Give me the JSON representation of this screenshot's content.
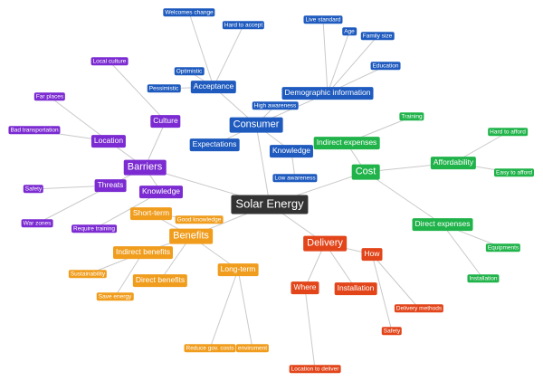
{
  "colors": {
    "root": "#333333",
    "consumer": "#1f5bbf",
    "cost": "#20b34a",
    "delivery": "#e2451a",
    "benefits": "#f09d1e",
    "barriers": "#7b2bd1",
    "edge": "#c9c9c9"
  },
  "mindmap": {
    "root": {
      "label": "Solar Energy"
    },
    "branches": {
      "consumer": {
        "label": "Consumer",
        "acceptance": {
          "label": "Acceptance",
          "welcomes_change": "Welcomes change",
          "hard_to_accept": "Hard to accept",
          "optimistic": "Optimistic",
          "pessimistic": "Pessimistic"
        },
        "demographic": {
          "label": "Demographic information",
          "live_standard": "Live standard",
          "age": "Age",
          "family_size": "Family size",
          "education": "Education"
        },
        "high_awareness": "High awareness",
        "expectations": "Expectations",
        "knowledge": {
          "label": "Knowledge",
          "low_awareness": "Low awareness"
        }
      },
      "cost": {
        "label": "Cost",
        "indirect_expenses": {
          "label": "Indirect expenses",
          "training": "Training"
        },
        "affordability": {
          "label": "Affordability",
          "hard_to_afford": "Hard to afford",
          "easy_to_afford": "Easy to afford"
        },
        "direct_expenses": {
          "label": "Direct expenses",
          "equipments": "Equipments",
          "installation": "Installation"
        }
      },
      "delivery": {
        "label": "Delivery",
        "where": {
          "label": "Where",
          "location_to_deliver": "Location to deliver"
        },
        "installation": "Installation",
        "how": {
          "label": "How",
          "delivery_methods": "Delivery methods",
          "safety": "Safety"
        }
      },
      "benefits": {
        "label": "Benefits",
        "short_term": {
          "label": "Short-term",
          "good_knowledge": "Good knowledge"
        },
        "indirect_benefits": {
          "label": "Indirect benefits",
          "sustainability": "Sustainability",
          "save_energy": "Save energy"
        },
        "direct_benefits": "Direct benefits",
        "long_term": {
          "label": "Long-term",
          "reduce_gov_costs": "Reduce gov. costs",
          "environment": "enviroment"
        }
      },
      "barriers": {
        "label": "Barriers",
        "culture": {
          "label": "Culture",
          "local_culture": "Local culture"
        },
        "location": {
          "label": "Location",
          "far_places": "Far places",
          "bad_transportation": "Bad transportation"
        },
        "threats": {
          "label": "Threats",
          "safety": "Safety",
          "war_zones": "War zones"
        },
        "knowledge": {
          "label": "Knowledge",
          "require_training": "Require training"
        }
      }
    }
  }
}
